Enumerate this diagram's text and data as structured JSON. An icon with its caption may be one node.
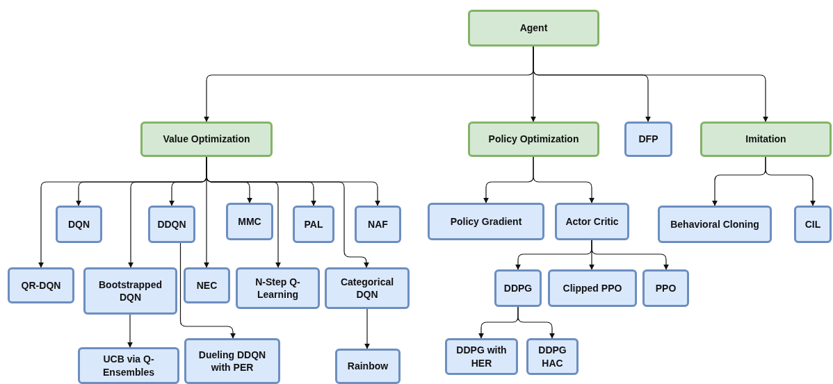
{
  "diagram": {
    "nodes": [
      {
        "text": [
          "Agent"
        ]
      },
      {
        "text": [
          "Value Optimization"
        ]
      },
      {
        "text": [
          "Policy Optimization"
        ]
      },
      {
        "text": [
          "DFP"
        ]
      },
      {
        "text": [
          "Imitation"
        ]
      },
      {
        "text": [
          "DQN"
        ]
      },
      {
        "text": [
          "DDQN"
        ]
      },
      {
        "text": [
          "MMC"
        ]
      },
      {
        "text": [
          "PAL"
        ]
      },
      {
        "text": [
          "NAF"
        ]
      },
      {
        "text": [
          "QR-DQN"
        ]
      },
      {
        "text": [
          "Bootstrapped DQN"
        ]
      },
      {
        "text": [
          "NEC"
        ]
      },
      {
        "text": [
          "N-Step Q-Learning"
        ]
      },
      {
        "text": [
          "Categorical DQN"
        ]
      },
      {
        "text": [
          "UCB via Q-Ensembles"
        ]
      },
      {
        "text": [
          "Dueling DDQN with PER"
        ]
      },
      {
        "text": [
          "Rainbow"
        ]
      },
      {
        "text": [
          "Policy Gradient"
        ]
      },
      {
        "text": [
          "Actor Critic"
        ]
      },
      {
        "text": [
          "Behavioral Cloning"
        ]
      },
      {
        "text": [
          "CIL"
        ]
      },
      {
        "text": [
          "DDPG"
        ]
      },
      {
        "text": [
          "Clipped PPO"
        ]
      },
      {
        "text": [
          "PPO"
        ]
      },
      {
        "text": [
          "DDPG with HER"
        ]
      },
      {
        "text": [
          "DDPG HAC"
        ]
      }
    ],
    "edges": [
      {
        "from": 0,
        "to": 1,
        "arrow": "to"
      },
      {
        "from": 0,
        "to": 2,
        "arrow": "to"
      },
      {
        "from": 0,
        "to": 3,
        "arrow": "to"
      },
      {
        "from": 0,
        "to": 4,
        "arrow": "to"
      },
      {
        "from": 1,
        "to": 10,
        "arrow": "to"
      },
      {
        "from": 1,
        "to": 5,
        "arrow": "to"
      },
      {
        "from": 1,
        "to": 11,
        "arrow": "to"
      },
      {
        "from": 1,
        "to": 6,
        "arrow": "to"
      },
      {
        "from": 1,
        "to": 12,
        "arrow": "to"
      },
      {
        "from": 1,
        "to": 7,
        "arrow": "to"
      },
      {
        "from": 1,
        "to": 13,
        "arrow": "to"
      },
      {
        "from": 1,
        "to": 8,
        "arrow": "to"
      },
      {
        "from": 1,
        "to": 14,
        "arrow": "to"
      },
      {
        "from": 1,
        "to": 9,
        "arrow": "to"
      },
      {
        "from": 11,
        "to": 15,
        "arrow": "to"
      },
      {
        "from": 6,
        "to": 16,
        "arrow": "to"
      },
      {
        "from": 14,
        "to": 17,
        "arrow": "to"
      },
      {
        "from": 2,
        "to": 18,
        "arrow": "to"
      },
      {
        "from": 2,
        "to": 19,
        "arrow": "to"
      },
      {
        "from": 19,
        "to": 22,
        "arrow": "to"
      },
      {
        "from": 19,
        "to": 23,
        "arrow": "to"
      },
      {
        "from": 19,
        "to": 24,
        "arrow": "to"
      },
      {
        "from": 22,
        "to": 25,
        "arrow": "to"
      },
      {
        "from": 22,
        "to": 26,
        "arrow": "to"
      },
      {
        "from": 4,
        "to": 20,
        "arrow": "to"
      },
      {
        "from": 4,
        "to": 21,
        "arrow": "to"
      }
    ]
  }
}
